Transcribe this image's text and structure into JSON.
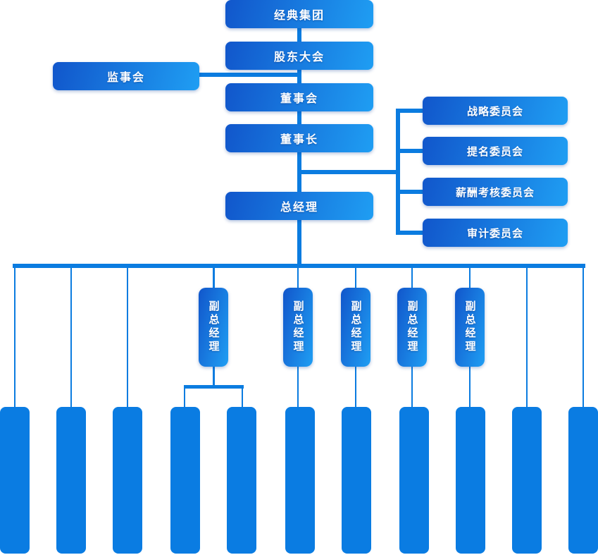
{
  "palette": {
    "gradient_start": "#1156cb",
    "gradient_end": "#1f9ef3",
    "flat_blue": "#0a7ce2",
    "line_blue": "#0b7ce0",
    "text": "#ffffff"
  },
  "org": {
    "root": {
      "label": "经典集团"
    },
    "shareholders_meeting": {
      "label": "股东大会"
    },
    "supervisory_board": {
      "label": "监事会"
    },
    "board_of_directors": {
      "label": "董事会"
    },
    "chairman": {
      "label": "董事长"
    },
    "general_manager": {
      "label": "总经理"
    },
    "committees": [
      {
        "label": "战略委员会"
      },
      {
        "label": "提名委员会"
      },
      {
        "label": "薪酬考核委员会"
      },
      {
        "label": "审计委员会"
      }
    ],
    "vice_general_managers": [
      {
        "label": "副总经理"
      },
      {
        "label": "副总经理"
      },
      {
        "label": "副总经理"
      },
      {
        "label": "副总经理"
      },
      {
        "label": "副总经理"
      }
    ],
    "department_boxes": {
      "count": 11,
      "label": ""
    }
  }
}
